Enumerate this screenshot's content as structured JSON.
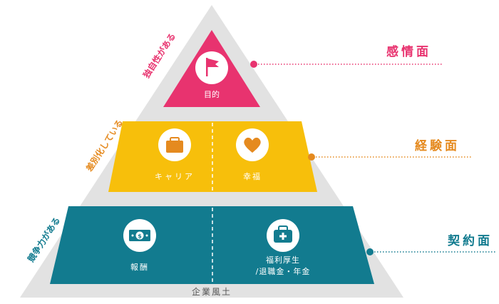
{
  "colors": {
    "outer_triangle": "#e2e2e2",
    "pink": "#e8336f",
    "yellow": "#f7bf0b",
    "teal": "#127b8f",
    "orange": "#e58a1f",
    "icon_circle": "#ffffff",
    "gray_text": "#555555"
  },
  "pyramid": {
    "top": {
      "label": "目的",
      "icon": "flag-icon"
    },
    "middle": {
      "left_label": "キャリア",
      "left_icon": "briefcase-icon",
      "right_label": "幸福",
      "right_icon": "heart-icon"
    },
    "bottom": {
      "left_label": "報酬",
      "left_icon": "money-icon",
      "right_label_line1": "福利厚生",
      "right_label_line2": "/退職金・年金",
      "right_icon": "medical-bag-icon"
    },
    "base_label": "企業風土"
  },
  "side_labels": {
    "top": "独自性がある",
    "middle": "差別化している",
    "bottom": "競争力がある"
  },
  "aspects": {
    "top": "感情面",
    "middle": "経験面",
    "bottom": "契約面"
  }
}
